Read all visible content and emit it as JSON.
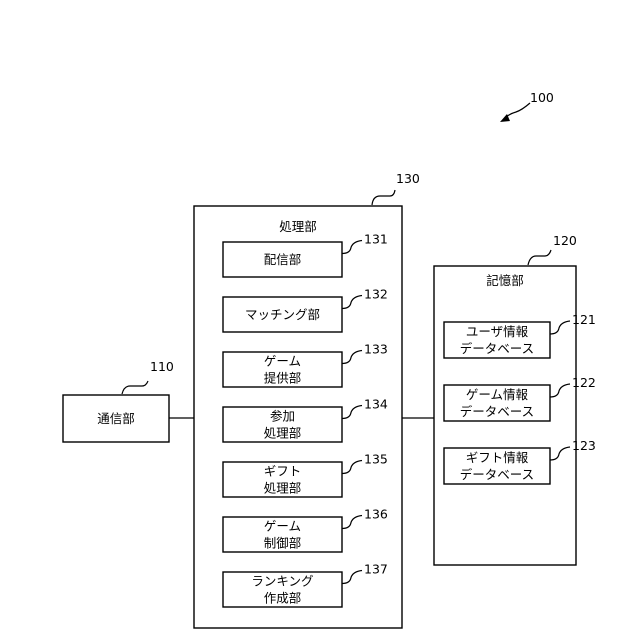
{
  "figure": {
    "system_ref": "100",
    "communication": {
      "ref": "110",
      "label": "通信部"
    },
    "storage": {
      "ref": "120",
      "label": "記憶部",
      "items": [
        {
          "ref": "121",
          "lines": [
            "ユーザ情報",
            "データベース"
          ]
        },
        {
          "ref": "122",
          "lines": [
            "ゲーム情報",
            "データベース"
          ]
        },
        {
          "ref": "123",
          "lines": [
            "ギフト情報",
            "データベース"
          ]
        }
      ]
    },
    "processing": {
      "ref": "130",
      "label": "処理部",
      "items": [
        {
          "ref": "131",
          "lines": [
            "配信部"
          ]
        },
        {
          "ref": "132",
          "lines": [
            "マッチング部"
          ]
        },
        {
          "ref": "133",
          "lines": [
            "ゲーム",
            "提供部"
          ]
        },
        {
          "ref": "134",
          "lines": [
            "参加",
            "処理部"
          ]
        },
        {
          "ref": "135",
          "lines": [
            "ギフト",
            "処理部"
          ]
        },
        {
          "ref": "136",
          "lines": [
            "ゲーム",
            "制御部"
          ]
        },
        {
          "ref": "137",
          "lines": [
            "ランキング",
            "作成部"
          ]
        }
      ]
    }
  }
}
